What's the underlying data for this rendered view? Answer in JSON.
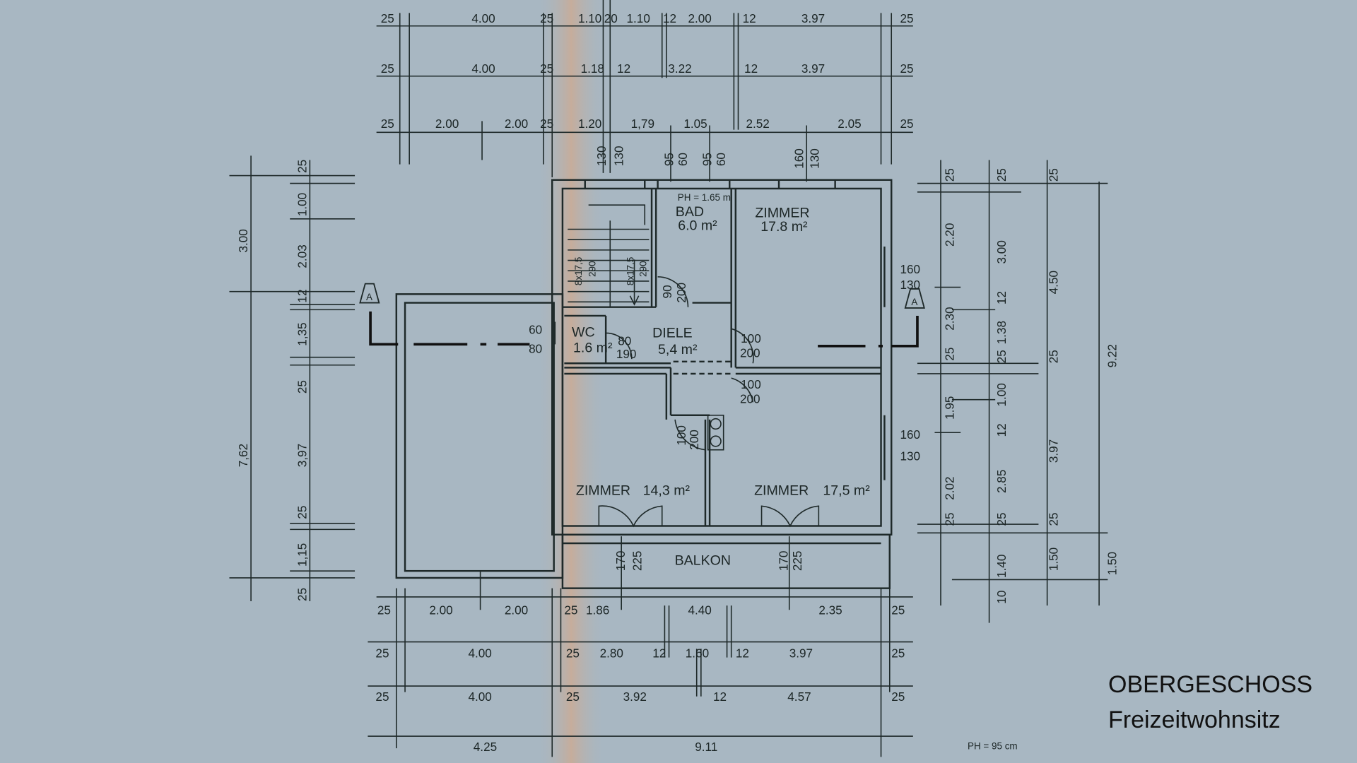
{
  "title": {
    "main": "OBERGESCHOSS",
    "sub": "Freizeitwohnsitz"
  },
  "rooms": [
    {
      "name": "BAD",
      "area": "6.0 m²"
    },
    {
      "name": "ZIMMER",
      "area": "17.8 m²"
    },
    {
      "name": "WC",
      "area": "1.6 m²"
    },
    {
      "name": "DIELE",
      "area": "5,4 m²"
    },
    {
      "name": "ZIMMER",
      "area": "14,3 m²"
    },
    {
      "name": "ZIMMER",
      "area": "17,5 m²"
    },
    {
      "name": "BALKON",
      "area": ""
    }
  ],
  "notes": {
    "bad_parapet": "PH = 1.65 m",
    "parapet": "PH = 95 cm",
    "section_marker": "A"
  },
  "dimensions": {
    "top_row1": [
      "25",
      "4.00",
      "25",
      "1.10",
      "20",
      "1.10",
      "12",
      "2.00",
      "12",
      "3.97",
      "25"
    ],
    "top_row2": [
      "25",
      "4.00",
      "25",
      "1.18",
      "12",
      "3.22",
      "12",
      "3.97",
      "25"
    ],
    "top_row3": [
      "25",
      "2.00",
      "2.00",
      "25",
      "1.20",
      "1,79",
      "1.05",
      "2.52",
      "2.05",
      "25"
    ],
    "top_openings": [
      "130",
      "130",
      "95",
      "60",
      "95",
      "60",
      "160",
      "130"
    ],
    "left_outer": [
      "3.00",
      "7,62"
    ],
    "left_inner": [
      "25",
      "1.00",
      "2.03",
      "12",
      "1,35",
      "25",
      "3,97",
      "25",
      "1,15",
      "25"
    ],
    "right_col1": [
      "25",
      "2.20",
      "2.30",
      "25",
      "1.95",
      "2.02",
      "25"
    ],
    "right_col2": [
      "25",
      "3.00",
      "12",
      "1.38",
      "25",
      "1.00",
      "12",
      "2.85",
      "25",
      "1.40",
      "10"
    ],
    "right_col3": [
      "25",
      "4.50",
      "25",
      "3.97",
      "25",
      "1.50"
    ],
    "right_col4": [
      "9.22",
      "1.50"
    ],
    "bottom_row1": [
      "25",
      "2.00",
      "2.00",
      "25",
      "1.86",
      "4.40",
      "2.35",
      "25"
    ],
    "bottom_row2": [
      "25",
      "4.00",
      "25",
      "2.80",
      "12",
      "1.60",
      "12",
      "3.97",
      "25"
    ],
    "bottom_row3": [
      "25",
      "4.00",
      "25",
      "3.92",
      "12",
      "4.57",
      "25"
    ],
    "bottom_row4": [
      "4.25",
      "9.11"
    ],
    "openings": [
      "8x17,5",
      "290",
      "8x17,5",
      "290",
      "90",
      "200",
      "80",
      "190",
      "100",
      "200",
      "100",
      "200",
      "100",
      "200",
      "170",
      "225",
      "170",
      "225",
      "160",
      "130",
      "160",
      "130",
      "60",
      "80"
    ]
  }
}
